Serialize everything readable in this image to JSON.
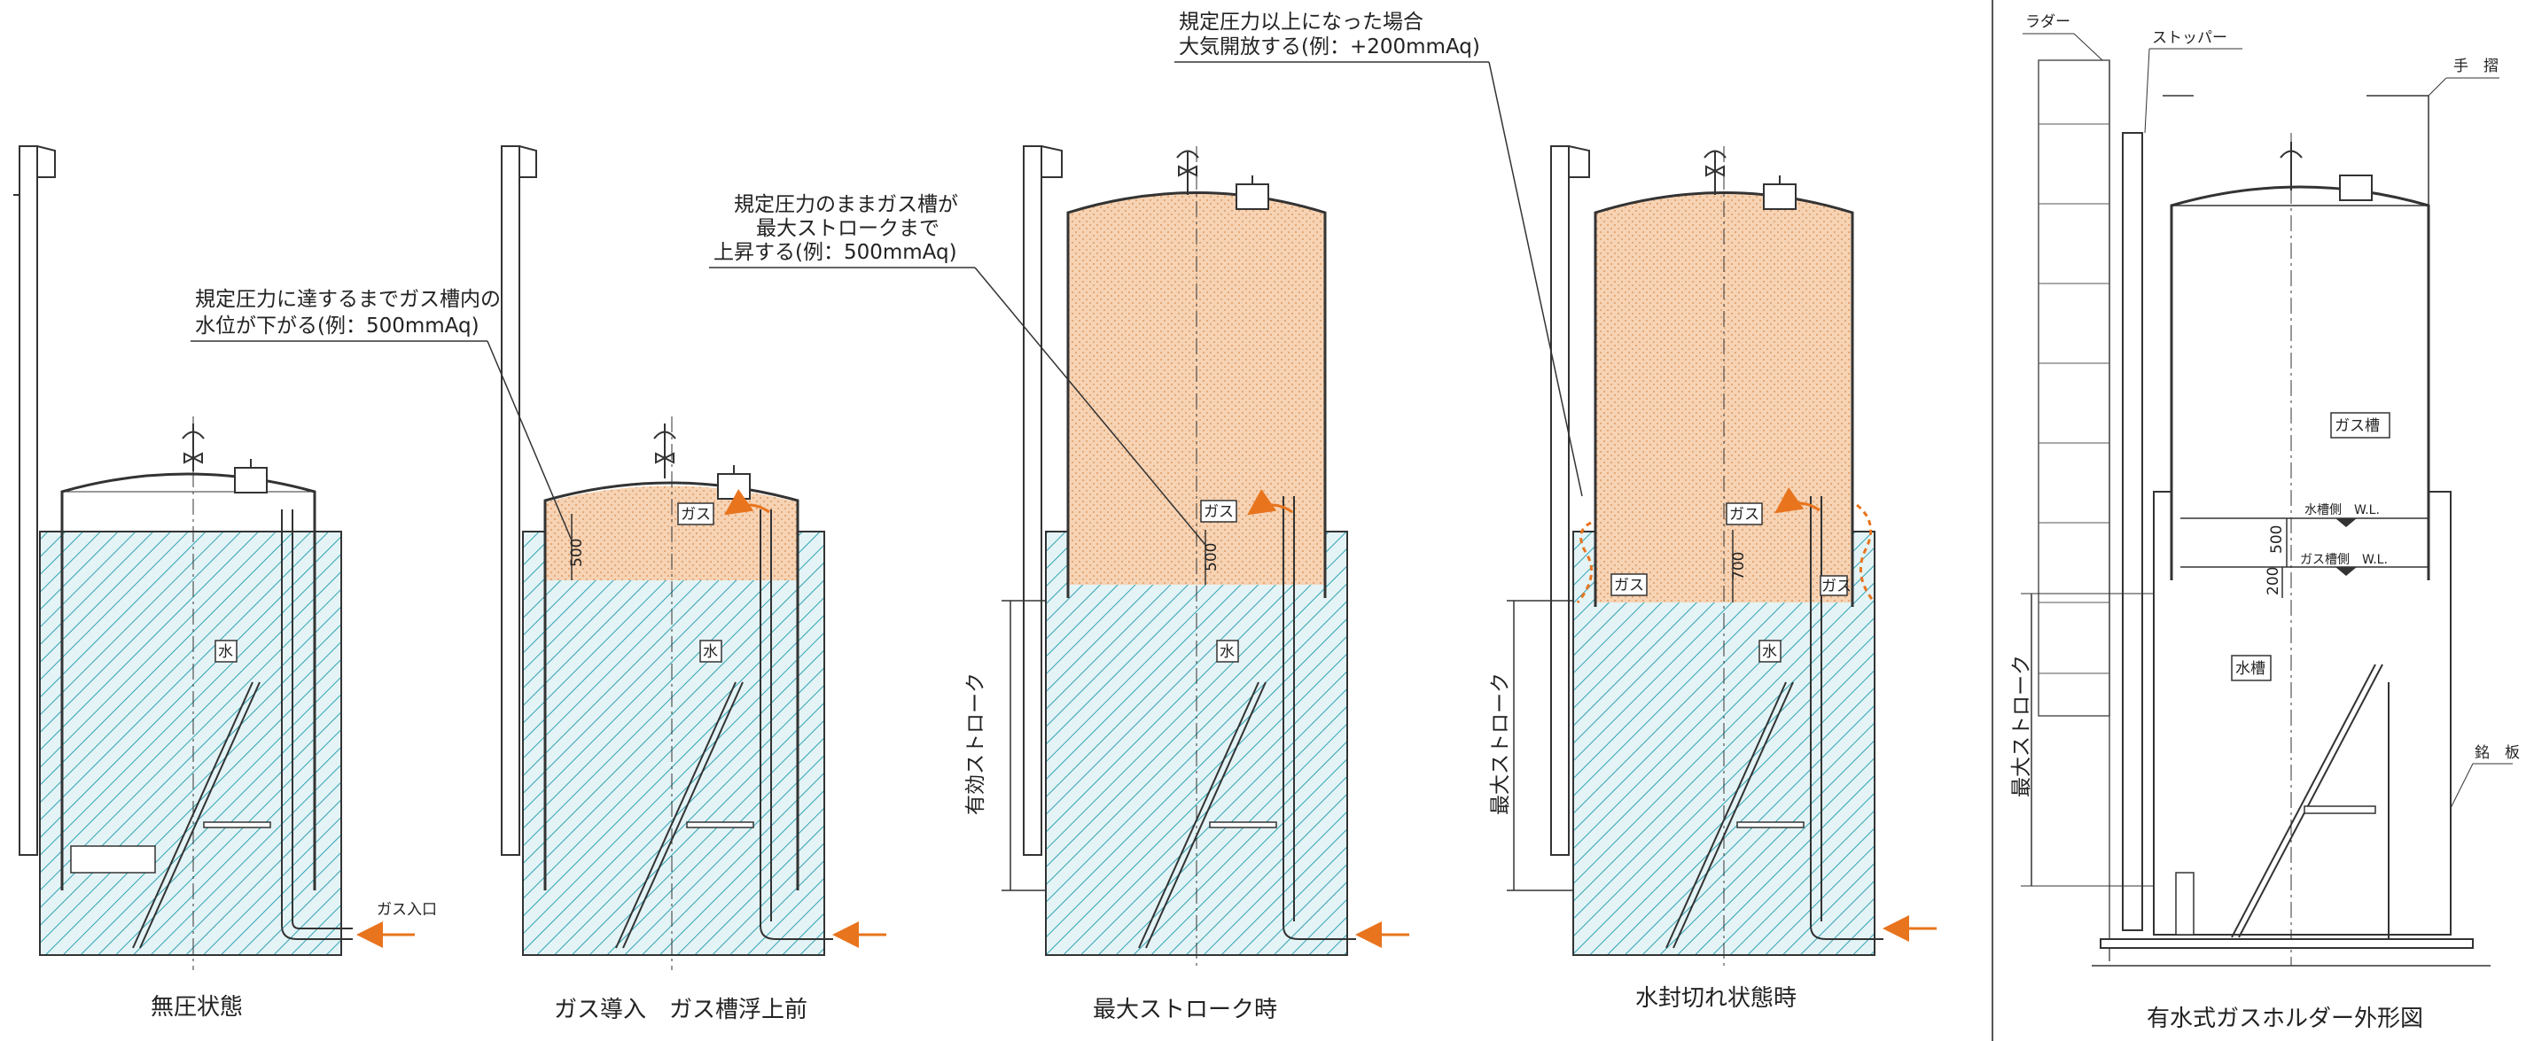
{
  "colors": {
    "water": "#2fa3b5",
    "gas": "#f3c6a0",
    "gas_dot": "#d88a4a",
    "arrow": "#e8741e",
    "line": "#333333"
  },
  "panels": [
    {
      "caption": "無圧状態",
      "water_label": "水",
      "gas_label": "",
      "gas_inlet_label": "ガス入口",
      "dim_label": ""
    },
    {
      "caption": "ガス導入　ガス槽浮上前",
      "water_label": "水",
      "gas_label": "ガス",
      "dim_label": "500"
    },
    {
      "caption": "最大ストローク時",
      "water_label": "水",
      "gas_label": "ガス",
      "dim_label": "500",
      "stroke_label": "有効ストローク"
    },
    {
      "caption": "水封切れ状態時",
      "water_label": "水",
      "gas_label": "ガス",
      "gas_label_2": "ガス",
      "gas_label_3": "ガス",
      "dim_label": "700",
      "stroke_label": "最大ストローク"
    }
  ],
  "notes": {
    "note1_line1": "規定圧力に達するまでガス槽内の",
    "note1_line2": "水位が下がる(例：500mmAq)",
    "note2_line1": "規定圧力のままガス槽が",
    "note2_line2": "最大ストロークまで",
    "note2_line3": "上昇する(例：500mmAq)",
    "note3_line1": "規定圧力以上になった場合",
    "note3_line2": "大気開放する(例：+200mmAq)"
  },
  "exterior": {
    "caption": "有水式ガスホルダー外形図",
    "ladder": "ラダー",
    "stopper": "ストッパー",
    "handrail": "手　摺",
    "nameplate": "銘　板",
    "gas_tank": "ガス槽",
    "water_tank": "水槽",
    "water_wl": "水槽側　W.L.",
    "gas_wl": "ガス槽側　W.L.",
    "dim_500": "500",
    "dim_200": "200",
    "max_stroke": "最大ストローク"
  }
}
